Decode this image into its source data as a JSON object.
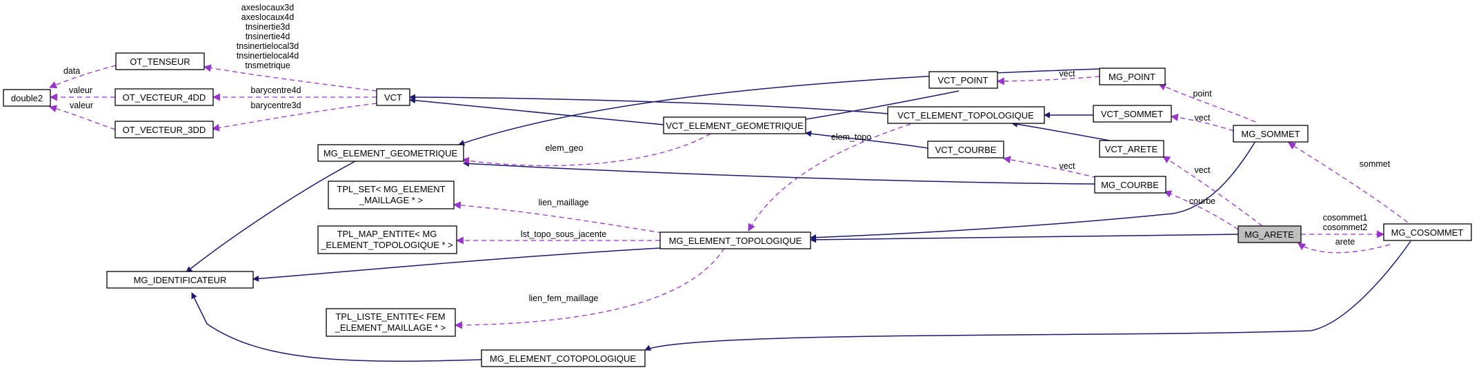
{
  "nodes": {
    "double2": "double2",
    "ot_tenseur": "OT_TENSEUR",
    "ot_vecteur_4dd": "OT_VECTEUR_4DD",
    "ot_vecteur_3dd": "OT_VECTEUR_3DD",
    "vct": "VCT",
    "mg_element_geometrique": "MG_ELEMENT_GEOMETRIQUE",
    "tpl_set": [
      "TPL_SET< MG_ELEMENT",
      "_MAILLAGE * >"
    ],
    "tpl_map_entite": [
      "TPL_MAP_ENTITE< MG",
      "_ELEMENT_TOPOLOGIQUE * >"
    ],
    "mg_identificateur": "MG_IDENTIFICATEUR",
    "tpl_liste_entite": [
      "TPL_LISTE_ENTITE< FEM",
      "_ELEMENT_MAILLAGE * >"
    ],
    "mg_element_cotopologique": "MG_ELEMENT_COTOPOLOGIQUE",
    "vct_point": "VCT_POINT",
    "vct_element_geometrique": "VCT_ELEMENT_GEOMETRIQUE",
    "vct_element_topologique": "VCT_ELEMENT_TOPOLOGIQUE",
    "vct_courbe": "VCT_COURBE",
    "mg_element_topologique": "MG_ELEMENT_TOPOLOGIQUE",
    "mg_point": "MG_POINT",
    "vct_sommet": "VCT_SOMMET",
    "vct_arete": "VCT_ARETE",
    "mg_courbe": "MG_COURBE",
    "mg_sommet": "MG_SOMMET",
    "mg_arete": "MG_ARETE",
    "mg_cosommet": "MG_COSOMMET"
  },
  "edge_labels": {
    "data": "data",
    "valeur_4dd": "valeur",
    "valeur_3dd": "valeur",
    "tenseur_members": [
      "axeslocaux3d",
      "axeslocaux4d",
      "tnsinertie3d",
      "tnsinertie4d",
      "tnsinertielocal3d",
      "tnsinertielocal4d",
      "tnsmetrique"
    ],
    "barycentre4d": "barycentre4d",
    "barycentre3d": "barycentre3d",
    "elem_geo": "elem_geo",
    "elem_topo": "elem_topo",
    "lien_maillage": "lien_maillage",
    "lst_topo_sous_jacente": "lst_topo_sous_jacente",
    "lien_fem_maillage": "lien_fem_maillage",
    "vect_point": "vect",
    "vect_sommet": "vect",
    "vect_courbe": "vect",
    "vect_arete": "vect",
    "point": "point",
    "sommet": "sommet",
    "courbe": "courbe",
    "cosommet1": "cosommet1",
    "cosommet2": "cosommet2",
    "arete": "arete"
  },
  "focus_node": "MG_ARETE",
  "colors": {
    "inheritance": "#191970",
    "usage": "#9a32cd",
    "focus_fill": "#bfbfbf"
  }
}
